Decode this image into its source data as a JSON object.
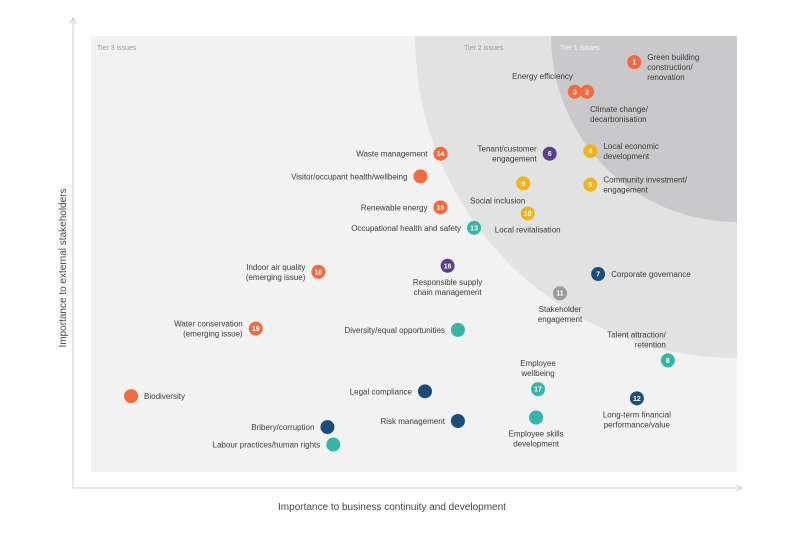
{
  "chart_data": {
    "type": "scatter",
    "title": "",
    "xlabel": "Importance to business continuity and development",
    "ylabel": "Importance to external stakeholders",
    "xlim": [
      0,
      100
    ],
    "ylim": [
      0,
      100
    ],
    "grid": false,
    "tiers": [
      {
        "label": "Tier 3 issues"
      },
      {
        "label": "Tier 2 issues"
      },
      {
        "label": "Tier 1 issues"
      }
    ],
    "categories": {
      "orange": "#f26a3d",
      "yellow": "#f2b21a",
      "purple": "#5b3f8c",
      "teal": "#35b5a5",
      "navy": "#1b4d7a",
      "grey": "#9a9a9a"
    },
    "points": [
      {
        "number": "1",
        "label": [
          "Green building",
          "construction/",
          "renovation"
        ],
        "x": 84.1,
        "y": 94.0,
        "color": "orange",
        "label_side": "right"
      },
      {
        "number": "2",
        "label": [
          "Climate change/",
          "decarbonisation"
        ],
        "x": 76.8,
        "y": 87.2,
        "color": "orange",
        "label_side": "below-right"
      },
      {
        "number": "3",
        "label": [
          "Energy efficiency"
        ],
        "x": 74.9,
        "y": 87.2,
        "color": "orange",
        "label_side": "above-left"
      },
      {
        "number": "4",
        "label": [
          "Local economic",
          "development"
        ],
        "x": 77.3,
        "y": 73.6,
        "color": "yellow",
        "label_side": "right"
      },
      {
        "number": "5",
        "label": [
          "Community investment/",
          "engagement"
        ],
        "x": 77.3,
        "y": 65.9,
        "color": "yellow",
        "label_side": "right"
      },
      {
        "number": "6",
        "label": [
          "Tenant/customer",
          "engagement"
        ],
        "x": 71.0,
        "y": 73.0,
        "color": "purple",
        "label_side": "left"
      },
      {
        "number": "9",
        "label": [
          "Social inclusion"
        ],
        "x": 66.9,
        "y": 66.2,
        "color": "yellow",
        "label_side": "below-left"
      },
      {
        "number": "10",
        "label": [
          "Local revitalisation"
        ],
        "x": 67.6,
        "y": 59.3,
        "color": "yellow",
        "label_side": "below"
      },
      {
        "number": "7",
        "label": [
          "Corporate governance"
        ],
        "x": 78.5,
        "y": 45.4,
        "color": "navy",
        "label_side": "right"
      },
      {
        "number": "11",
        "label": [
          "Stakeholder",
          "engagement"
        ],
        "x": 72.6,
        "y": 41.0,
        "color": "grey",
        "label_side": "below"
      },
      {
        "number": "8",
        "label": [
          "Talent attraction/",
          "retention"
        ],
        "x": 89.3,
        "y": 25.6,
        "color": "teal",
        "label_side": "above-left"
      },
      {
        "number": "12",
        "label": [
          "Long-term financial",
          "performance/value"
        ],
        "x": 84.5,
        "y": 16.9,
        "color": "navy",
        "label_side": "below"
      },
      {
        "number": "14",
        "label": [
          "Waste management"
        ],
        "x": 54.1,
        "y": 73.0,
        "color": "orange",
        "label_side": "left"
      },
      {
        "number": "",
        "label": [
          "Visitor/occupant health/wellbeing"
        ],
        "x": 51.0,
        "y": 67.8,
        "color": "orange",
        "label_side": "left"
      },
      {
        "number": "15",
        "label": [
          "Renewable energy"
        ],
        "x": 54.1,
        "y": 60.7,
        "color": "orange",
        "label_side": "left"
      },
      {
        "number": "13",
        "label": [
          "Occupational health and safety"
        ],
        "x": 59.3,
        "y": 56.0,
        "color": "teal",
        "label_side": "left"
      },
      {
        "number": "16",
        "label": [
          "Responsible supply",
          "chain management"
        ],
        "x": 55.2,
        "y": 47.3,
        "color": "purple",
        "label_side": "below"
      },
      {
        "number": "18",
        "label": [
          "Indoor air quality",
          "(emerging issue)"
        ],
        "x": 35.2,
        "y": 45.9,
        "color": "orange",
        "label_side": "left"
      },
      {
        "number": "19",
        "label": [
          "Water conservation",
          "(emerging issue)"
        ],
        "x": 25.5,
        "y": 32.9,
        "color": "orange",
        "label_side": "left"
      },
      {
        "number": "",
        "label": [
          "Diversity/equal opportunities"
        ],
        "x": 56.8,
        "y": 32.6,
        "color": "teal",
        "label_side": "left"
      },
      {
        "number": "17",
        "label": [
          "Employee",
          "wellbeing"
        ],
        "x": 69.2,
        "y": 19.0,
        "color": "teal",
        "label_side": "above"
      },
      {
        "number": "",
        "label": [
          "Legal compliance"
        ],
        "x": 51.7,
        "y": 18.5,
        "color": "navy",
        "label_side": "left"
      },
      {
        "number": "",
        "label": [
          "Risk management"
        ],
        "x": 56.8,
        "y": 11.7,
        "color": "navy",
        "label_side": "left"
      },
      {
        "number": "",
        "label": [
          "Employee skills",
          "development"
        ],
        "x": 68.9,
        "y": 12.5,
        "color": "teal",
        "label_side": "below"
      },
      {
        "number": "",
        "label": [
          "Biodiversity"
        ],
        "x": 6.2,
        "y": 17.4,
        "color": "orange",
        "label_side": "right"
      },
      {
        "number": "",
        "label": [
          "Bribery/corruption"
        ],
        "x": 36.6,
        "y": 10.3,
        "color": "navy",
        "label_side": "left"
      },
      {
        "number": "",
        "label": [
          "Labour practices/human rights"
        ],
        "x": 37.5,
        "y": 6.3,
        "color": "teal",
        "label_side": "left"
      }
    ]
  }
}
